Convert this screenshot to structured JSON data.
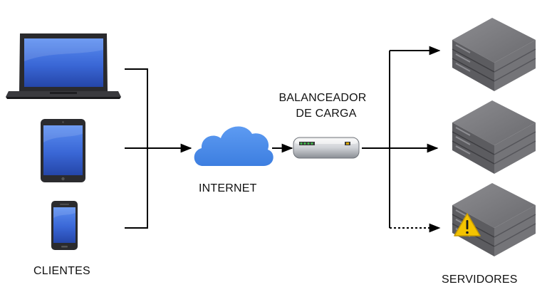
{
  "labels": {
    "clients": "CLIENTES",
    "internet": "INTERNET",
    "load_balancer_line1": "BALANCEADOR",
    "load_balancer_line2": "DE CARGA",
    "servers": "SERVIDORES"
  },
  "nodes": {
    "clients": [
      "laptop-icon",
      "tablet-icon",
      "smartphone-icon"
    ],
    "internet": "cloud-icon",
    "load_balancer": "load-balancer-device-icon",
    "servers": [
      {
        "icon": "server-rack-icon",
        "status": "ok",
        "link": "solid"
      },
      {
        "icon": "server-rack-icon",
        "status": "ok",
        "link": "solid"
      },
      {
        "icon": "server-rack-icon",
        "status": "warning",
        "link": "dotted",
        "badge": "warning-icon"
      }
    ]
  },
  "colors": {
    "cloud": "#4d8ce8",
    "screen": "#3a67d6",
    "server": "#6f6f73",
    "warning": "#f5c400",
    "line": "#000000",
    "led": "#3fbf4a"
  }
}
